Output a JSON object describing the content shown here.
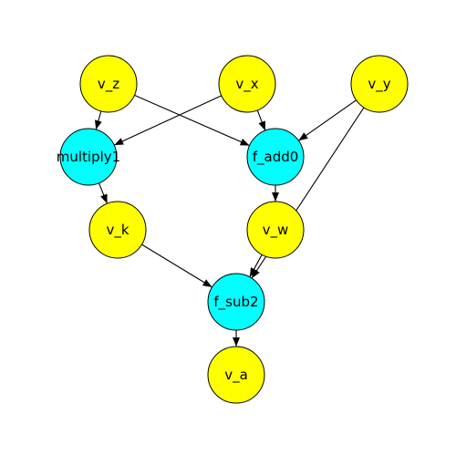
{
  "colors": {
    "variable": "#ffff00",
    "function": "#00ffff",
    "stroke": "#000000",
    "background": "#ffffff"
  },
  "nodes": [
    {
      "id": "v_z",
      "label": "v_z",
      "kind": "variable"
    },
    {
      "id": "v_x",
      "label": "v_x",
      "kind": "variable"
    },
    {
      "id": "v_y",
      "label": "v_y",
      "kind": "variable"
    },
    {
      "id": "multiply1",
      "label": "multiply1",
      "kind": "function"
    },
    {
      "id": "f_add0",
      "label": "f_add0",
      "kind": "function"
    },
    {
      "id": "v_k",
      "label": "v_k",
      "kind": "variable"
    },
    {
      "id": "v_w",
      "label": "v_w",
      "kind": "variable"
    },
    {
      "id": "f_sub2",
      "label": "f_sub2",
      "kind": "function"
    },
    {
      "id": "v_a",
      "label": "v_a",
      "kind": "variable"
    }
  ],
  "edges": [
    {
      "from": "v_z",
      "to": "multiply1"
    },
    {
      "from": "v_z",
      "to": "f_add0"
    },
    {
      "from": "v_x",
      "to": "multiply1"
    },
    {
      "from": "v_x",
      "to": "f_add0"
    },
    {
      "from": "v_y",
      "to": "f_add0"
    },
    {
      "from": "v_y",
      "to": "f_sub2"
    },
    {
      "from": "multiply1",
      "to": "v_k"
    },
    {
      "from": "f_add0",
      "to": "v_w"
    },
    {
      "from": "v_k",
      "to": "f_sub2"
    },
    {
      "from": "v_w",
      "to": "f_sub2"
    },
    {
      "from": "f_sub2",
      "to": "v_a"
    }
  ]
}
